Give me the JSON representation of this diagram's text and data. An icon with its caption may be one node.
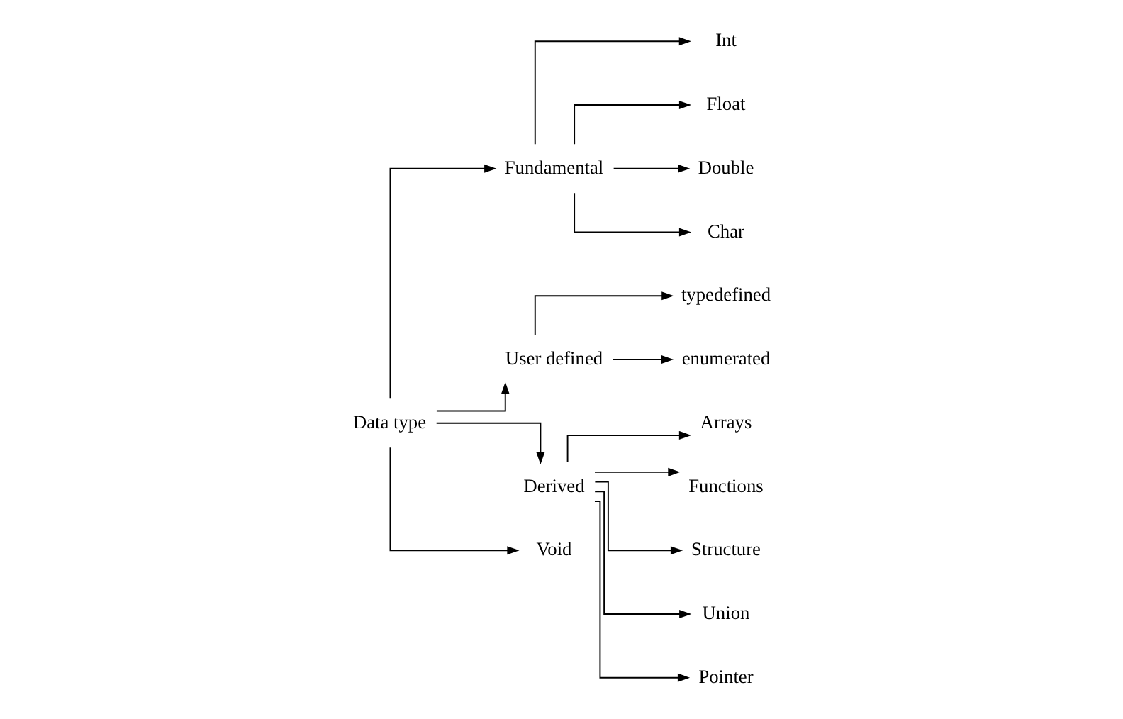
{
  "diagram": {
    "nodes": [
      {
        "text": [
          "Data type"
        ]
      },
      {
        "text": [
          "Fundamental"
        ]
      },
      {
        "text": [
          "User defined"
        ]
      },
      {
        "text": [
          "Derived"
        ]
      },
      {
        "text": [
          "Void"
        ]
      },
      {
        "text": [
          "Int"
        ]
      },
      {
        "text": [
          "Float"
        ]
      },
      {
        "text": [
          "Double"
        ]
      },
      {
        "text": [
          "Char"
        ]
      },
      {
        "text": [
          "typedefined"
        ]
      },
      {
        "text": [
          "enumerated"
        ]
      },
      {
        "text": [
          "Arrays"
        ]
      },
      {
        "text": [
          "Functions"
        ]
      },
      {
        "text": [
          "Structure"
        ]
      },
      {
        "text": [
          "Union"
        ]
      },
      {
        "text": [
          "Pointer"
        ]
      }
    ],
    "edges": [
      {
        "from": 0,
        "to": 1,
        "arrow": "to"
      },
      {
        "from": 0,
        "to": 2,
        "arrow": "to"
      },
      {
        "from": 0,
        "to": 3,
        "arrow": "to"
      },
      {
        "from": 0,
        "to": 4,
        "arrow": "to"
      },
      {
        "from": 1,
        "to": 5,
        "arrow": "to"
      },
      {
        "from": 1,
        "to": 6,
        "arrow": "to"
      },
      {
        "from": 1,
        "to": 7,
        "arrow": "to"
      },
      {
        "from": 1,
        "to": 8,
        "arrow": "to"
      },
      {
        "from": 2,
        "to": 9,
        "arrow": "to"
      },
      {
        "from": 2,
        "to": 10,
        "arrow": "to"
      },
      {
        "from": 3,
        "to": 11,
        "arrow": "to"
      },
      {
        "from": 3,
        "to": 12,
        "arrow": "to"
      },
      {
        "from": 3,
        "to": 13,
        "arrow": "to"
      },
      {
        "from": 3,
        "to": 14,
        "arrow": "to"
      },
      {
        "from": 3,
        "to": 15,
        "arrow": "to"
      }
    ]
  }
}
